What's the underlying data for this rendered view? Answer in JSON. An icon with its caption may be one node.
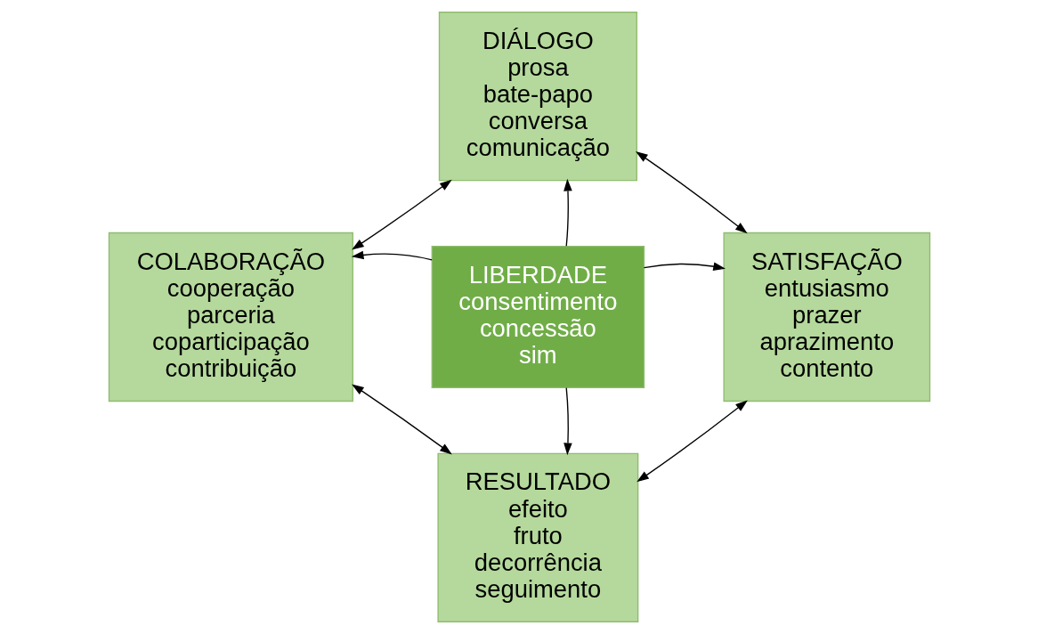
{
  "diagram": {
    "nodes": [
      {
        "text": [
          "DIÁLOGO",
          "prosa",
          "bate-papo",
          "conversa",
          "comunicação"
        ]
      },
      {
        "text": [
          "COLABORAÇÃO",
          "cooperação",
          "parceria",
          "coparticipação",
          "contribuição"
        ]
      },
      {
        "text": [
          "LIBERDADE",
          "consentimento",
          "concessão",
          "sim"
        ]
      },
      {
        "text": [
          "SATISFAÇÃO",
          "entusiasmo",
          "prazer",
          "aprazimento",
          "contento"
        ]
      },
      {
        "text": [
          "RESULTADO",
          "efeito",
          "fruto",
          "decorrência",
          "seguimento"
        ]
      }
    ],
    "edges": [
      {
        "from": 0,
        "to": 1,
        "arrow": "both"
      },
      {
        "from": 0,
        "to": 3,
        "arrow": "both"
      },
      {
        "from": 2,
        "to": 0,
        "arrow": "to"
      },
      {
        "from": 2,
        "to": 1,
        "arrow": "to"
      },
      {
        "from": 2,
        "to": 3,
        "arrow": "to"
      },
      {
        "from": 2,
        "to": 4,
        "arrow": "to"
      },
      {
        "from": 1,
        "to": 4,
        "arrow": "both"
      },
      {
        "from": 3,
        "to": 4,
        "arrow": "both"
      }
    ]
  }
}
